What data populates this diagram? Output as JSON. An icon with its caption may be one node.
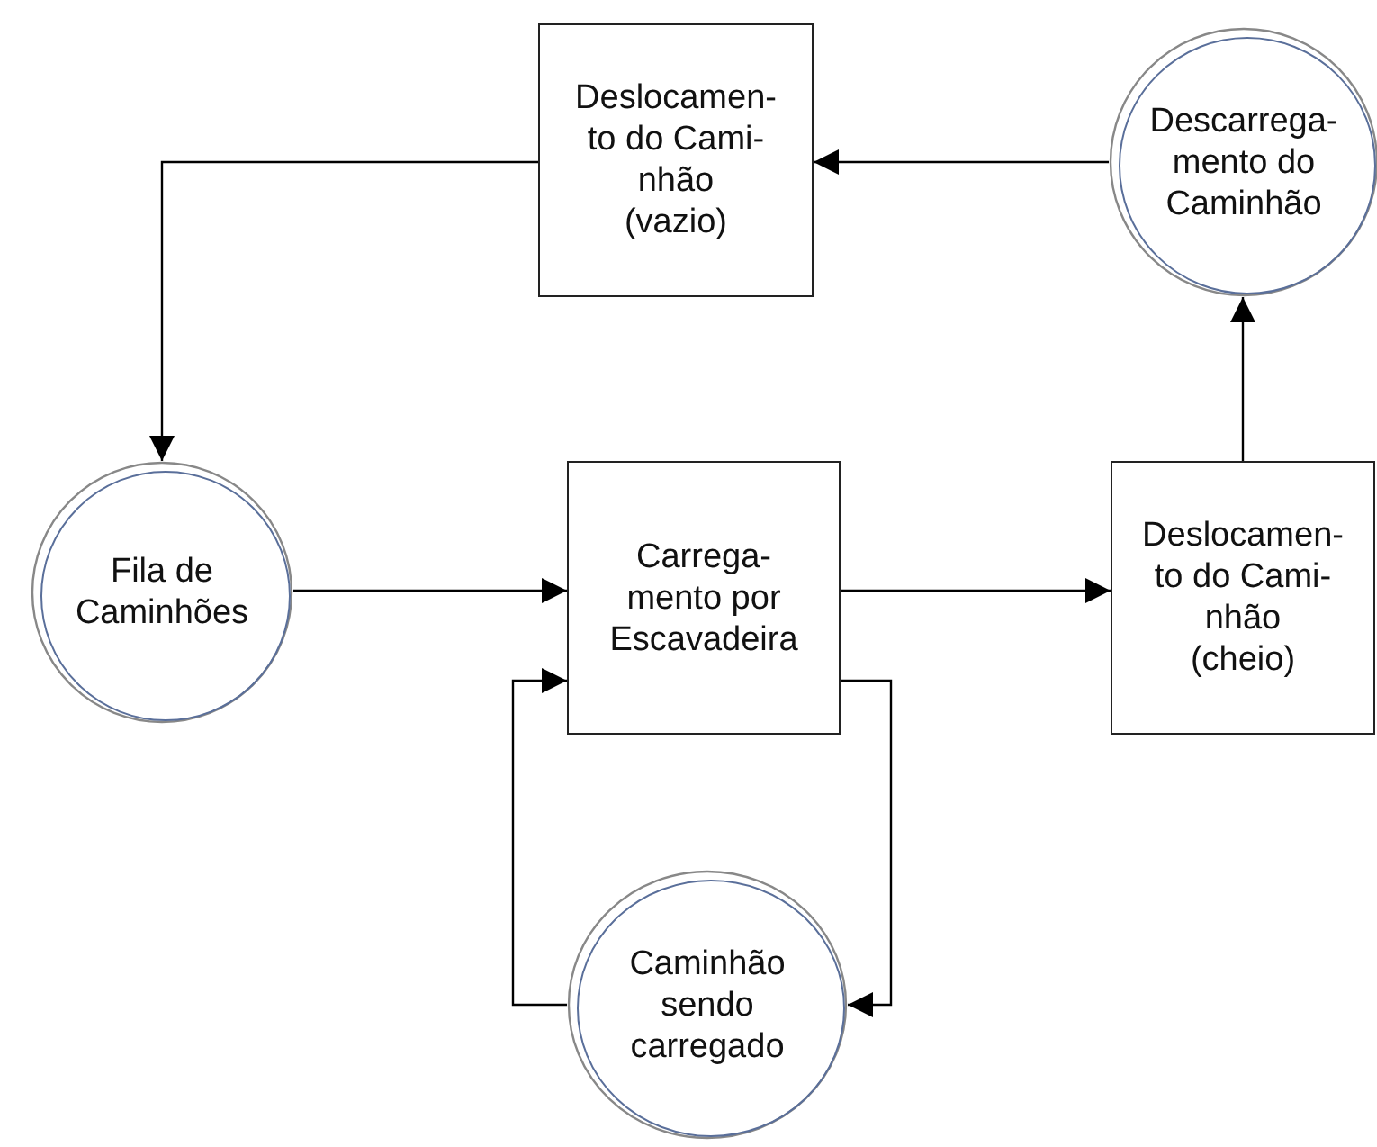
{
  "diagram": {
    "nodes": [
      {
        "text": [
          "Deslocamen- to do Cami- nhão (vazio)"
        ]
      },
      {
        "text": [
          "Descarrega- mento do Caminhão"
        ]
      },
      {
        "text": [
          "Fila de Caminhões"
        ]
      },
      {
        "text": [
          "Carrega- mento por Escavadeira"
        ]
      },
      {
        "text": [
          "Deslocamen- to do Cami- nhão (cheio)"
        ]
      },
      {
        "text": [
          "Caminhão sendo carregado"
        ]
      }
    ],
    "edges": [
      {
        "from": 1,
        "to": 0,
        "arrow": "to"
      },
      {
        "from": 0,
        "to": 2,
        "arrow": "to"
      },
      {
        "from": 2,
        "to": 3,
        "arrow": "to"
      },
      {
        "from": 3,
        "to": 4,
        "arrow": "to"
      },
      {
        "from": 4,
        "to": 1,
        "arrow": "to"
      },
      {
        "from": 3,
        "to": 5,
        "arrow": "to"
      },
      {
        "from": 5,
        "to": 3,
        "arrow": "to"
      }
    ]
  }
}
